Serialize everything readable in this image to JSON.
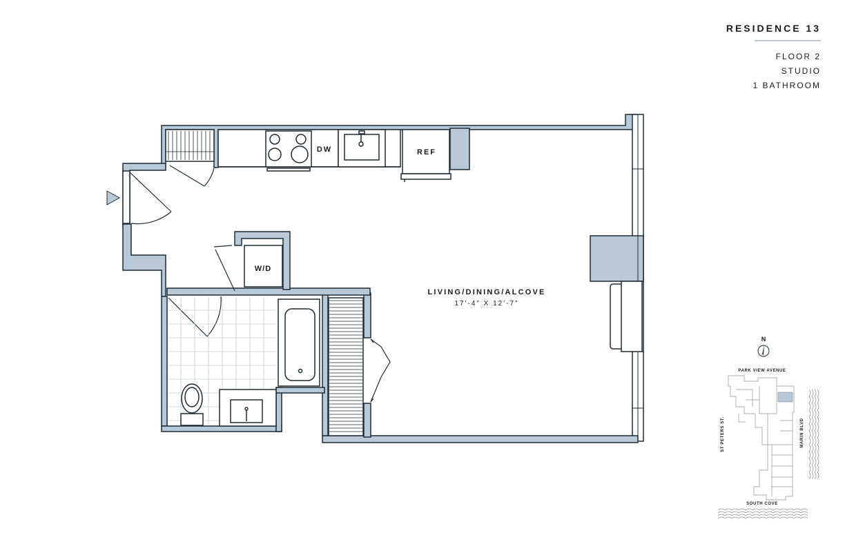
{
  "header": {
    "residence": "RESIDENCE 13",
    "floor": "FLOOR 2",
    "type": "STUDIO",
    "baths": "1 BATHROOM"
  },
  "plan": {
    "room_name": "LIVING/DINING/ALCOVE",
    "room_dims": "17'-4\" X 12'-7\"",
    "dw": "DW",
    "ref": "REF",
    "wd": "W/D"
  },
  "keymap": {
    "north": "N",
    "street_top": "PARK VIEW AVENUE",
    "street_left": "ST PETERS ST.",
    "street_right": "MARIN BLVD",
    "street_bottom": "SOUTH COVE"
  },
  "colors": {
    "wall_fill": "#b9cad6",
    "line": "#1f2a33",
    "accent_rule": "#b9cad6"
  },
  "icons": {
    "entry": "entry-arrow-icon",
    "compass": "compass-icon"
  }
}
